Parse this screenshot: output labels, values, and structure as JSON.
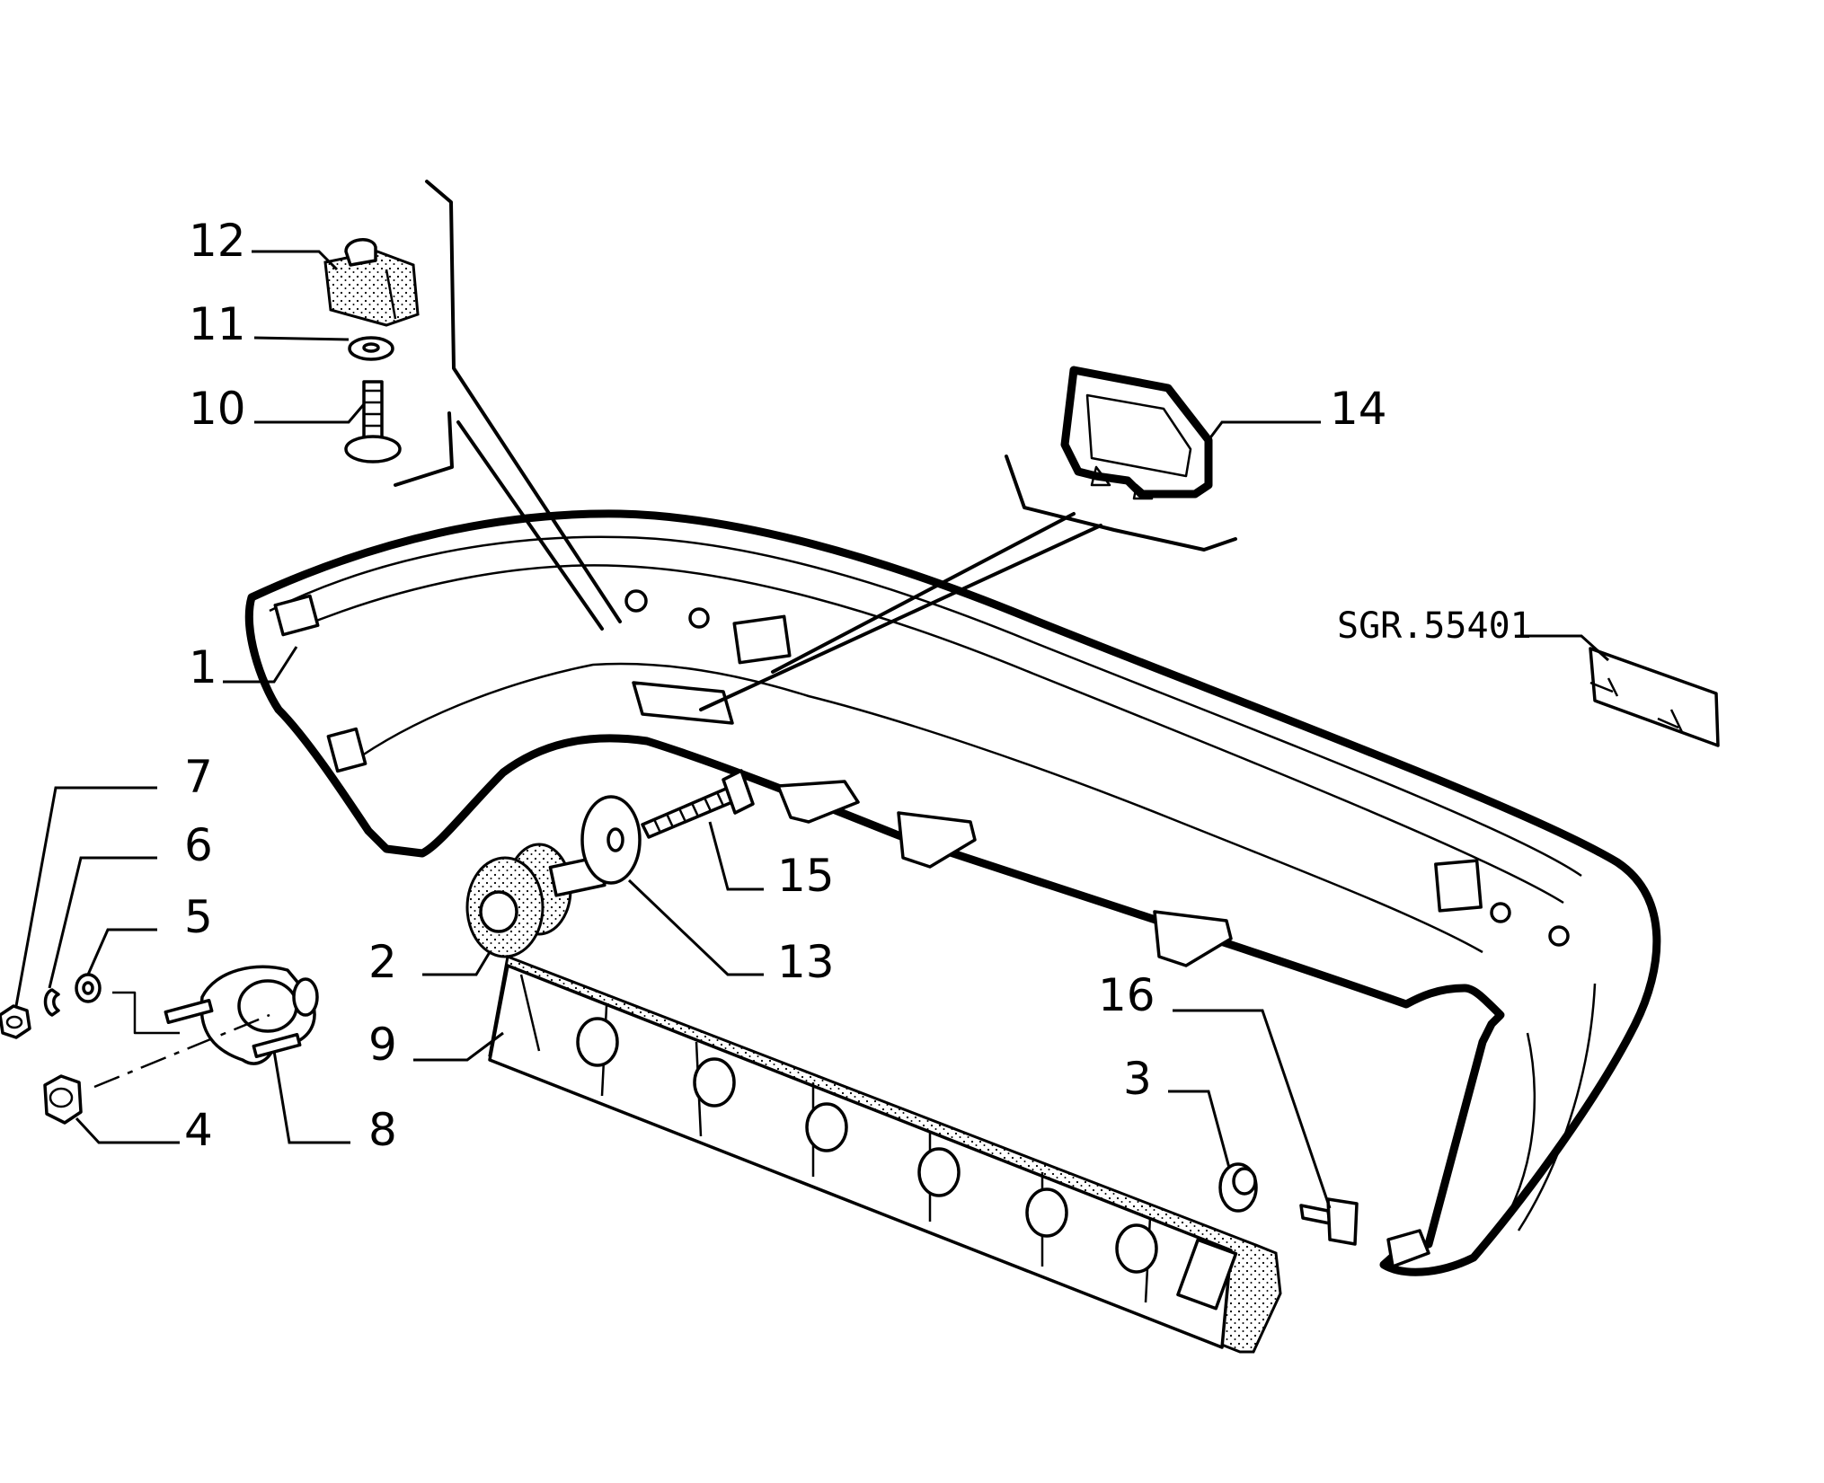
{
  "drawing_code": "SGR.55401",
  "callouts": [
    {
      "id": "12",
      "label": "12"
    },
    {
      "id": "11",
      "label": "11"
    },
    {
      "id": "10",
      "label": "10"
    },
    {
      "id": "14",
      "label": "14"
    },
    {
      "id": "1",
      "label": "1"
    },
    {
      "id": "7",
      "label": "7"
    },
    {
      "id": "6",
      "label": "6"
    },
    {
      "id": "5",
      "label": "5"
    },
    {
      "id": "15",
      "label": "15"
    },
    {
      "id": "2",
      "label": "2"
    },
    {
      "id": "13",
      "label": "13"
    },
    {
      "id": "9",
      "label": "9"
    },
    {
      "id": "16",
      "label": "16"
    },
    {
      "id": "3",
      "label": "3"
    },
    {
      "id": "4",
      "label": "4"
    },
    {
      "id": "8",
      "label": "8"
    }
  ]
}
